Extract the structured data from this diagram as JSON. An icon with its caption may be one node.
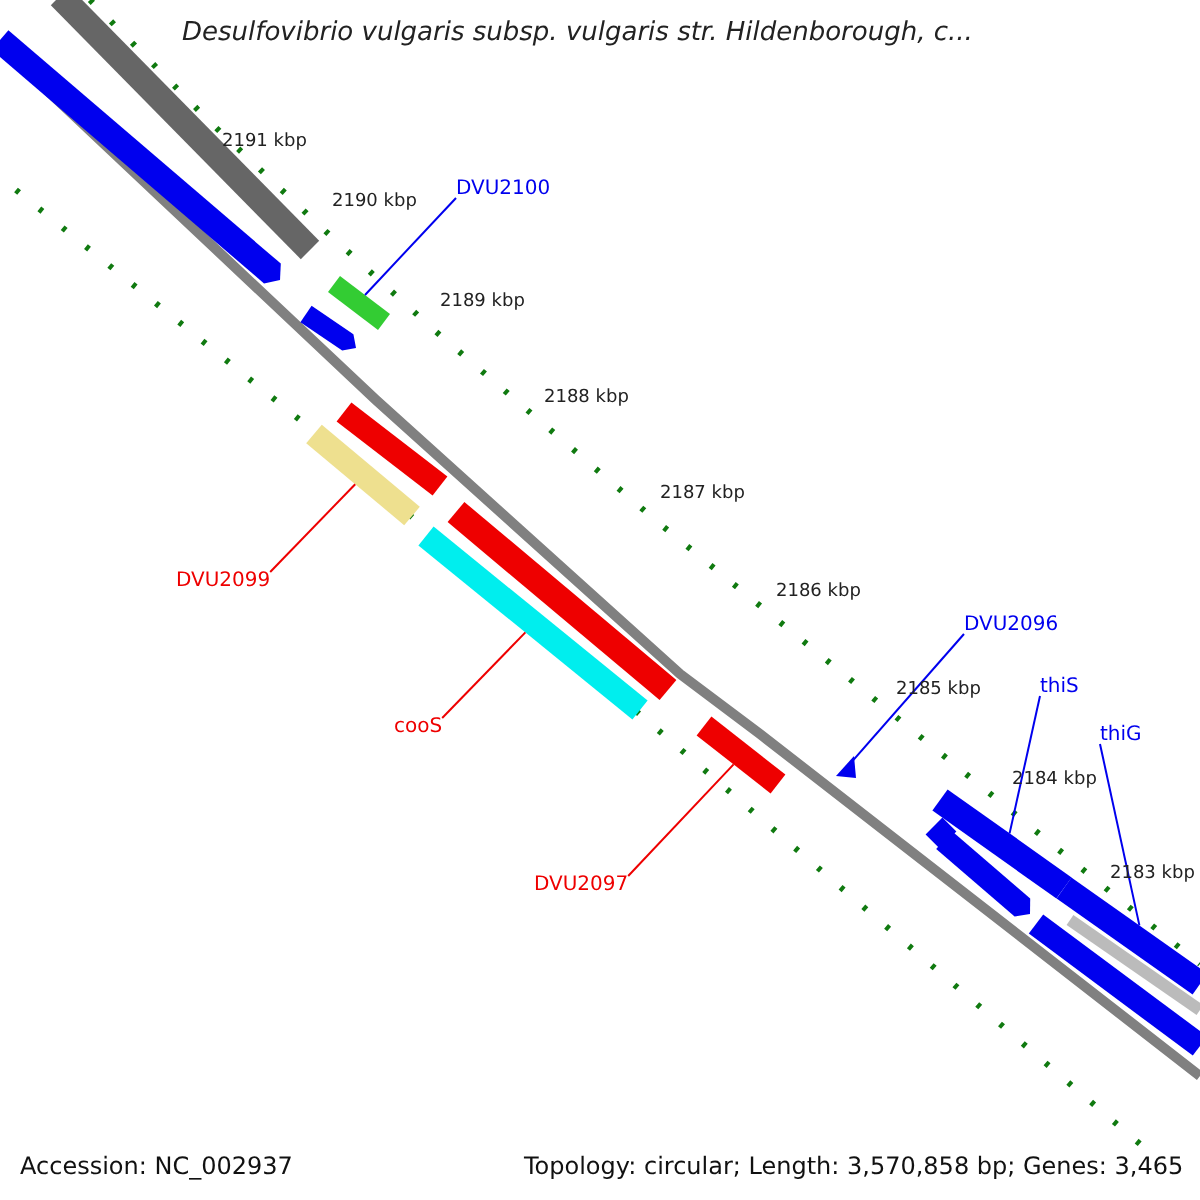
{
  "diagram": {
    "title": "Desulfovibrio vulgaris subsp. vulgaris str. Hildenborough, c...",
    "nodes": [
      {
        "text": [
          "DVU2100"
        ]
      },
      {
        "text": [],
        "shape": "bar"
      },
      {
        "text": [
          "DVU2099"
        ]
      },
      {
        "text": [],
        "shape": "bar"
      },
      {
        "text": [
          "cooS"
        ]
      },
      {
        "text": [],
        "shape": "bar"
      },
      {
        "text": [
          "DVU2097"
        ]
      },
      {
        "text": [],
        "shape": "bar"
      },
      {
        "text": [
          "DVU2096"
        ]
      },
      {
        "text": [],
        "shape": "bar"
      },
      {
        "text": [
          "thiS"
        ]
      },
      {
        "text": [],
        "shape": "bar"
      },
      {
        "text": [
          "thiG"
        ]
      },
      {
        "text": [],
        "shape": "bar"
      }
    ],
    "edges": [
      {
        "from": 0,
        "to": 1,
        "arrow": "none"
      },
      {
        "from": 2,
        "to": 3,
        "arrow": "none",
        "color": "#ee0000"
      },
      {
        "from": 4,
        "to": 5,
        "arrow": "none",
        "color": "#ee0000"
      },
      {
        "from": 6,
        "to": 7,
        "arrow": "none",
        "color": "#ee0000"
      },
      {
        "from": 8,
        "to": 9,
        "arrow": "none"
      },
      {
        "from": 10,
        "to": 11,
        "arrow": "none"
      },
      {
        "from": 12,
        "to": 13,
        "arrow": "none"
      }
    ],
    "labels": [
      "2191 kbp",
      "2190 kbp",
      "2189 kbp",
      "2188 kbp",
      "2187 kbp",
      "2186 kbp",
      "2185 kbp",
      "2184 kbp",
      "2183 kbp",
      "Accession: NC_002937",
      "Topology: circular; Length: 3,570,858 bp; Genes: 3,465"
    ]
  }
}
